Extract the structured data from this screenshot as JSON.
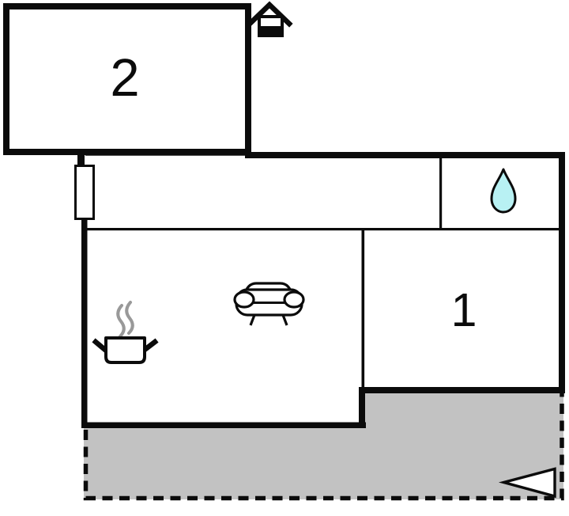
{
  "plan": {
    "rooms": [
      {
        "id": "room-2",
        "label": "2"
      },
      {
        "id": "room-1",
        "label": "1"
      }
    ],
    "icons": [
      "entrance-house-icon",
      "water-drop-icon",
      "sofa-icon",
      "cooking-pot-icon",
      "steam-icon",
      "door-icon",
      "direction-arrow-icon"
    ],
    "colors": {
      "wall": "#0b0b0b",
      "room_fill": "#ffffff",
      "terrace_fill": "#c2c2c2",
      "water_drop": "#b8f1f3",
      "steam": "#999999",
      "arrow_fill": "#ffffff",
      "door_fill": "#ffffff"
    }
  }
}
